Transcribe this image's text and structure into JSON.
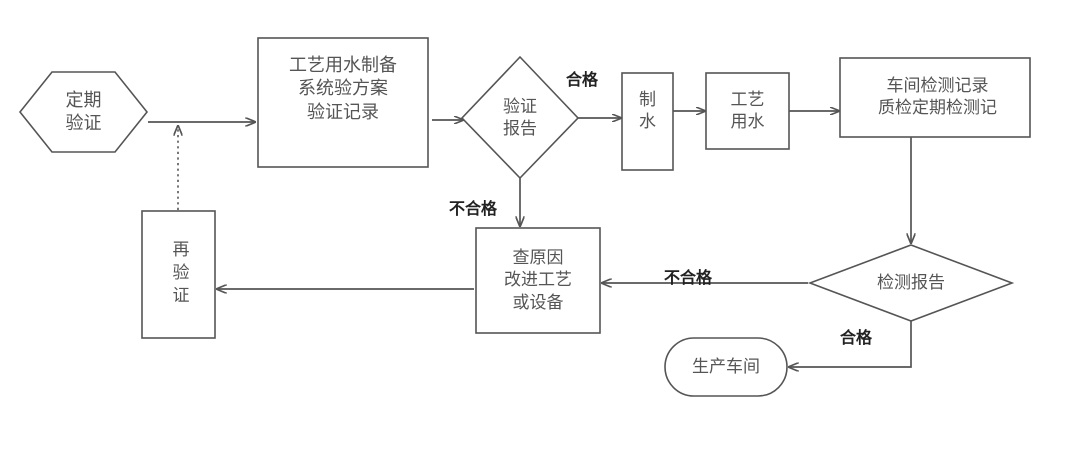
{
  "diagram": {
    "type": "flowchart",
    "orientation": "left-to-right",
    "background_color": "#ffffff",
    "line_color": "#555555",
    "node_text_color": "#555555",
    "label_text_color": "#222222",
    "nodes": {
      "periodic_validation": {
        "shape": "hexagon",
        "lines": [
          "定期",
          "验证"
        ]
      },
      "process_water_prep": {
        "shape": "rectangle",
        "lines": [
          "工艺用水制备",
          "系统验方案",
          "验证记录"
        ]
      },
      "validation_report": {
        "shape": "diamond",
        "lines": [
          "验证",
          "报告"
        ]
      },
      "water_production": {
        "shape": "rectangle",
        "lines": [
          "制",
          "水"
        ]
      },
      "process_water": {
        "shape": "rectangle",
        "lines": [
          "工艺",
          "用水"
        ]
      },
      "workshop_test_record": {
        "shape": "rectangle",
        "lines": [
          "车间检测记录",
          "质检定期检测记"
        ]
      },
      "test_report": {
        "shape": "diamond",
        "lines": [
          "检测报告"
        ]
      },
      "production_workshop": {
        "shape": "rounded-rectangle",
        "lines": [
          "生产车间"
        ]
      },
      "find_cause": {
        "shape": "rectangle",
        "lines": [
          "查原因",
          "改进工艺",
          "或设备"
        ]
      },
      "revalidation": {
        "shape": "rectangle",
        "lines": [
          "再验证"
        ]
      }
    },
    "edge_labels": {
      "qualified_top": "合格",
      "unqualified_top": "不合格",
      "unqualified_bottom": "不合格",
      "qualified_bottom": "合格"
    }
  }
}
